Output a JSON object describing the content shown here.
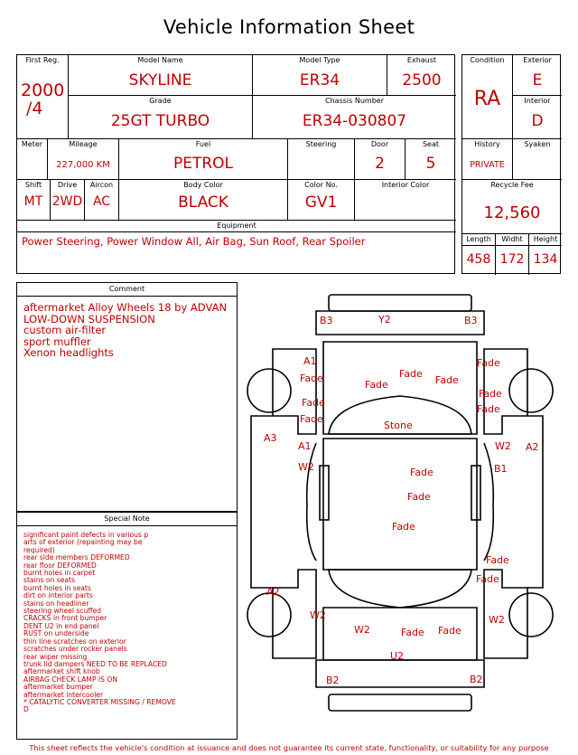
{
  "title": "Vehicle Information Sheet",
  "top": {
    "first_reg": {
      "label": "First Reg.",
      "value_line1": "2000",
      "value_line2": "/4"
    },
    "model_name": {
      "label": "Model Name",
      "value": "SKYLINE"
    },
    "model_type": {
      "label": "Model Type",
      "value": "ER34"
    },
    "exhaust": {
      "label": "Exhaust",
      "value": "2500"
    },
    "grade": {
      "label": "Grade",
      "value": "25GT TURBO"
    },
    "chassis": {
      "label": "Chassis Number",
      "value": "ER34-030807"
    }
  },
  "condition": {
    "label": "Condition",
    "value": "RA"
  },
  "exterior": {
    "label": "Exterior",
    "value": "E"
  },
  "interior": {
    "label": "Interior",
    "value": "D"
  },
  "row2": {
    "meter": {
      "label": "Meter",
      "value": ""
    },
    "mileage": {
      "label": "Mileage",
      "value": "227,000 KM"
    },
    "fuel": {
      "label": "Fuel",
      "value": "PETROL"
    },
    "steering": {
      "label": "Steering",
      "value": ""
    },
    "door": {
      "label": "Door",
      "value": "2"
    },
    "seat": {
      "label": "Seat",
      "value": "5"
    }
  },
  "history": {
    "label": "History",
    "value": "PRIVATE"
  },
  "syaken": {
    "label": "Syaken",
    "value": ""
  },
  "row3": {
    "shift": {
      "label": "Shift",
      "value": "MT"
    },
    "drive": {
      "label": "Drive",
      "value": "2WD"
    },
    "aircon": {
      "label": "Aircon",
      "value": "AC"
    },
    "body_color": {
      "label": "Body Color",
      "value": "BLACK"
    },
    "color_no": {
      "label": "Color No.",
      "value": "GV1"
    },
    "interior_color": {
      "label": "Interior Color",
      "value": ""
    }
  },
  "recycle_fee": {
    "label": "Recycle Fee",
    "value": "12,560"
  },
  "equipment": {
    "label": "Equipment",
    "value": "Power Steering, Power Window  All, Air Bag, Sun Roof, Rear Spoiler"
  },
  "dimensions": {
    "length": {
      "label": "Length",
      "value": "458"
    },
    "width": {
      "label": "Widht",
      "value": "172"
    },
    "height": {
      "label": "Height",
      "value": "134"
    }
  },
  "comment": {
    "label": "Comment",
    "lines": [
      "aftermarket Alloy Wheels 18 by ADVAN",
      "LOW-DOWN SUSPENSION",
      "custom air-filter",
      "sport muffler",
      "Xenon headlights"
    ]
  },
  "special_note": {
    "label": "Special Note",
    "lines": [
      "significant paint defects in various p",
      "arts of  exterior  (repainting may be",
      "required)",
      "rear side members DEFORMED",
      "rear floor DEFORMED",
      "burnt holes in carpet",
      "stains on seats",
      "burnt holes in seats",
      "dirt on interior parts",
      "stains on headliner",
      "steering wheel scuffed",
      "CRACKS in front bumper",
      "DENT U2 in end panel",
      "RUST on underside",
      "thin line scratches on exterior",
      "scratches under rocker panels",
      "rear wiper missing",
      "trunk lid dampers NEED TO BE REPLACED",
      "aftermarket shift knob",
      "AIRBAG CHECK LAMP IS ON",
      "aftermarket bumper",
      "aftermarket intercooler",
      "* CATALYTIC CONVERTER MISSING / REMOVE",
      "D"
    ]
  },
  "damage_marks": {
    "b3_left": "B3",
    "y2": "Y2",
    "b3_right": "B3",
    "a1_left_front": "A1",
    "fade_lf1": "Fade",
    "fade_lf2": "Fade",
    "fade_lf3": "Fade",
    "fade_hood1": "Fade",
    "fade_hood2": "Fade",
    "fade_hood3": "Fade",
    "fade_rf1": "Fade",
    "fade_rf2": "Fade",
    "fade_rf3": "Fade",
    "stone": "Stone",
    "a3": "A3",
    "a1_left_door": "A1",
    "w2_left_door": "W2",
    "w2_right_door": "W2",
    "b1": "B1",
    "a2_right": "A2",
    "fade_roof1": "Fade",
    "fade_roof2": "Fade",
    "fade_roof3": "Fade",
    "fade_rr1": "Fade",
    "fade_rr2": "Fade",
    "a2_left": "A2",
    "w2_left_rear": "W2",
    "w2_right_rear": "W2",
    "w2_trunk": "W2",
    "fade_trunk1": "Fade",
    "fade_trunk2": "Fade",
    "u2": "U2",
    "b2_left": "B2",
    "b2_right": "B2"
  },
  "footer": "This sheet reflects the vehicle's condition at issuance and does not guarantee its current state, functionality, or suitability for any purpose"
}
